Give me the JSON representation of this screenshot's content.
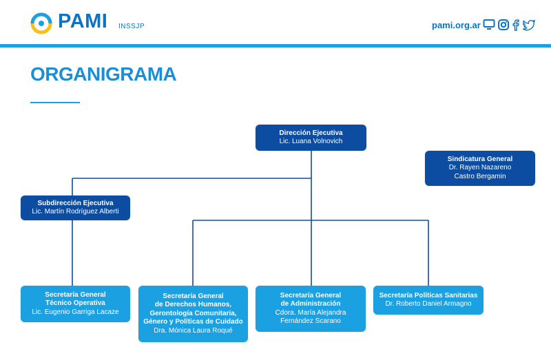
{
  "header": {
    "brand": "PAMI",
    "brand_sub": "INSSJP",
    "site": "pami.org.ar",
    "social_icons": [
      "monitor-icon",
      "instagram-icon",
      "facebook-icon",
      "twitter-icon"
    ]
  },
  "page": {
    "title": "ORGANIGRAMA"
  },
  "colors": {
    "dark_box": "#0c4da2",
    "light_box": "#1ba0e2",
    "title": "#1a8fd8",
    "brand": "#0b72c4"
  },
  "org": {
    "direccion": {
      "title": "Dirección Ejecutiva",
      "person": "Lic. Luana Volnovich"
    },
    "sindicatura": {
      "title": "Sindicatura General",
      "person": "Dr. Rayen Nazareno\nCastro Bergamin"
    },
    "subdireccion": {
      "title": "Subdirección Ejecutiva",
      "person": "Lic. Martín Rodríguez Alberti"
    },
    "tecnico": {
      "title": "Secretaría General\nTécnico Operativa",
      "person": "Lic. Eugenio Garriga Lacaze"
    },
    "derechos": {
      "title": "Secretaría General\nde Derechos Humanos,\nGerontología Comunitaria,\nGénero y Políticas de Cuidado",
      "person": "Dra. Mónica Laura Roqué"
    },
    "administracion": {
      "title": "Secretaría General\nde Administración",
      "person": "Cdora. María Alejandra\nFernández Scarano"
    },
    "sanitarias": {
      "title": "Secretaría Políticas Sanitarias",
      "person": "Dr. Roberto Daniel Armagno"
    }
  }
}
